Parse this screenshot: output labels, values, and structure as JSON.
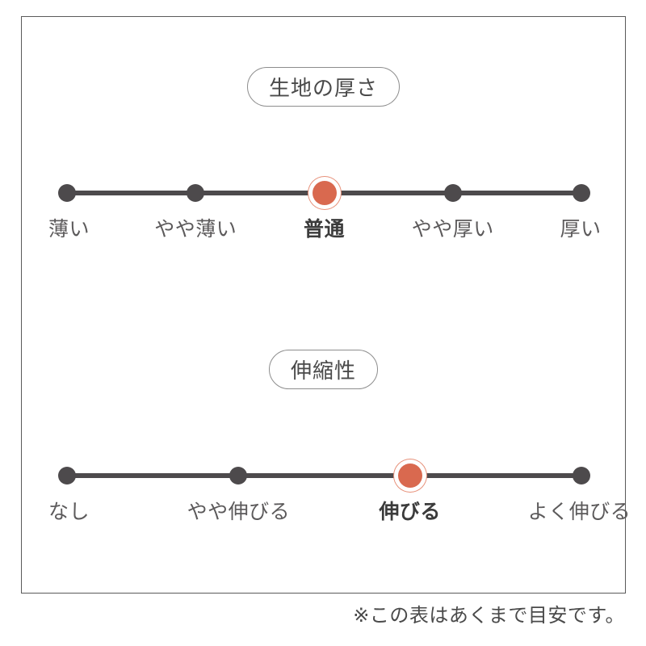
{
  "colors": {
    "selected": "#d9694f",
    "selected_ring": "#e79079",
    "track": "#4d4a4c",
    "border": "#5a5a5a",
    "text": "#4a4a4a"
  },
  "chart_data": {
    "type": "scale",
    "title": "",
    "scales": [
      {
        "label": "生地の厚さ",
        "categories": [
          "薄い",
          "やや薄い",
          "普通",
          "やや厚い",
          "厚い"
        ],
        "selected_index": 2,
        "selected_value": "普通"
      },
      {
        "label": "伸縮性",
        "categories": [
          "なし",
          "やや伸びる",
          "伸びる",
          "よく伸びる"
        ],
        "selected_index": 2,
        "selected_value": "伸びる"
      }
    ]
  },
  "thickness": {
    "pill_label": "生地の厚さ",
    "ticks": [
      {
        "label": "薄い",
        "selected": false
      },
      {
        "label": "やや薄い",
        "selected": false
      },
      {
        "label": "普通",
        "selected": true
      },
      {
        "label": "やや厚い",
        "selected": false
      },
      {
        "label": "厚い",
        "selected": false
      }
    ]
  },
  "stretch": {
    "pill_label": "伸縮性",
    "ticks": [
      {
        "label": "なし",
        "selected": false
      },
      {
        "label": "やや伸びる",
        "selected": false
      },
      {
        "label": "伸びる",
        "selected": true
      },
      {
        "label": "よく伸びる",
        "selected": false
      }
    ]
  },
  "footnote": "※この表はあくまで目安です。"
}
